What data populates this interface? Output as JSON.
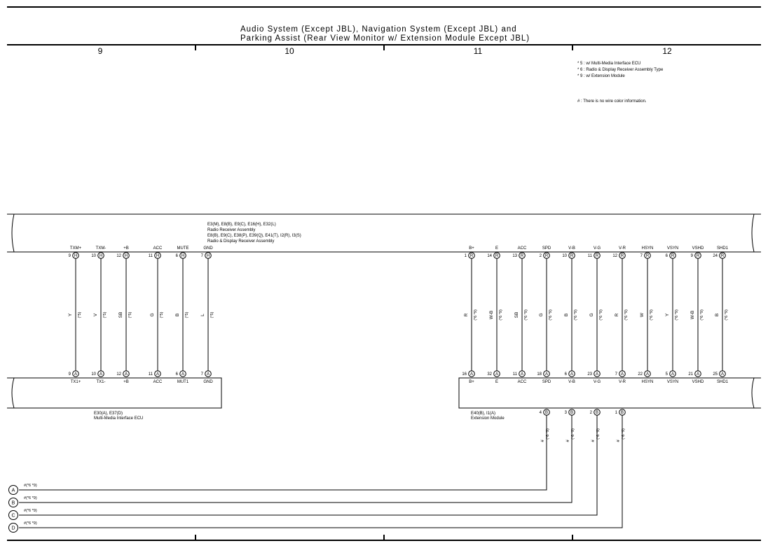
{
  "title": {
    "line1": "Audio System (Except JBL), Navigation System (Except JBL) and",
    "line2": "Parking Assist (Rear View Monitor w/ Extension Module Except JBL)"
  },
  "columns": [
    "9",
    "10",
    "11",
    "12"
  ],
  "notes": [
    "* 5 : w/ Multi-Media Interface ECU",
    "* 6 : Radio & Display Receiver Assembly Type",
    "* 9 : w/ Extension Module"
  ],
  "note_hash": "# : There is no wire color information.",
  "top_component": {
    "lines": [
      "E3(M), E8(B), E9(C), E16(H), E32(L)",
      "Radio Receiver Assembly",
      "E8(B), E9(C), E38(P), E39(Q), E41(T), I2(R), I3(S)",
      "Radio & Display Receiver Assembly"
    ]
  },
  "left_component": {
    "lines": [
      "E30(A), E37(D)",
      "Multi-Media Interface ECU"
    ]
  },
  "right_component": {
    "lines": [
      "E40(B), I1(A)",
      "Extension Module"
    ]
  },
  "left_wires": [
    {
      "top_label": "TXM+",
      "top_pin": "9",
      "top_conn": "H",
      "color": "Y",
      "marks": "(*5)",
      "bot_pin": "9",
      "bot_conn": "A",
      "bot_label": "TX1+"
    },
    {
      "top_label": "TXM-",
      "top_pin": "10",
      "top_conn": "H",
      "color": "V",
      "marks": "(*5)",
      "bot_pin": "10",
      "bot_conn": "A",
      "bot_label": "TX1-"
    },
    {
      "top_label": "+B",
      "top_pin": "12",
      "top_conn": "H",
      "color": "SB",
      "marks": "(*5)",
      "bot_pin": "12",
      "bot_conn": "A",
      "bot_label": "+B"
    },
    {
      "top_label": "ACC",
      "top_pin": "11",
      "top_conn": "H",
      "color": "G",
      "marks": "(*5)",
      "bot_pin": "11",
      "bot_conn": "A",
      "bot_label": "ACC"
    },
    {
      "top_label": "MUTE",
      "top_pin": "6",
      "top_conn": "H",
      "color": "B",
      "marks": "(*5)",
      "bot_pin": "6",
      "bot_conn": "A",
      "bot_label": "MUT1"
    },
    {
      "top_label": "GND",
      "top_pin": "7",
      "top_conn": "H",
      "color": "L",
      "marks": "(*5)",
      "bot_pin": "7",
      "bot_conn": "A",
      "bot_label": "GND"
    }
  ],
  "right_wires": [
    {
      "top_label": "B+",
      "top_pin": "1",
      "top_conn": "R",
      "color": "R",
      "marks": "(*6 *9)",
      "bot_pin": "16",
      "bot_conn": "A",
      "bot_label": "B+"
    },
    {
      "top_label": "E",
      "top_pin": "14",
      "top_conn": "R",
      "color": "W-B",
      "marks": "(*6 *9)",
      "bot_pin": "32",
      "bot_conn": "A",
      "bot_label": "E"
    },
    {
      "top_label": "ACC",
      "top_pin": "13",
      "top_conn": "R",
      "color": "SB",
      "marks": "(*6 *9)",
      "bot_pin": "11",
      "bot_conn": "A",
      "bot_label": "ACC"
    },
    {
      "top_label": "SPD",
      "top_pin": "2",
      "top_conn": "R",
      "color": "G",
      "marks": "(*6 *9)",
      "bot_pin": "18",
      "bot_conn": "A",
      "bot_label": "SPD"
    },
    {
      "top_label": "V-B",
      "top_pin": "10",
      "top_conn": "R",
      "color": "B",
      "marks": "(*6 *9)",
      "bot_pin": "6",
      "bot_conn": "A",
      "bot_label": "V-B"
    },
    {
      "top_label": "V-G",
      "top_pin": "11",
      "top_conn": "R",
      "color": "G",
      "marks": "(*6 *9)",
      "bot_pin": "23",
      "bot_conn": "A",
      "bot_label": "V-G"
    },
    {
      "top_label": "V-R",
      "top_pin": "12",
      "top_conn": "R",
      "color": "R",
      "marks": "(*6 *9)",
      "bot_pin": "7",
      "bot_conn": "A",
      "bot_label": "V-R"
    },
    {
      "top_label": "HSYN",
      "top_pin": "7",
      "top_conn": "R",
      "color": "W",
      "marks": "(*6 *9)",
      "bot_pin": "22",
      "bot_conn": "A",
      "bot_label": "HSYN"
    },
    {
      "top_label": "VSYN",
      "top_pin": "6",
      "top_conn": "R",
      "color": "Y",
      "marks": "(*6 *9)",
      "bot_pin": "5",
      "bot_conn": "A",
      "bot_label": "VSYN"
    },
    {
      "top_label": "VSHD",
      "top_pin": "9",
      "top_conn": "R",
      "color": "W-B",
      "marks": "(*6 *9)",
      "bot_pin": "21",
      "bot_conn": "A",
      "bot_label": "VSHD"
    },
    {
      "top_label": "SHD1",
      "top_pin": "24",
      "top_conn": "R",
      "color": "B",
      "marks": "(*6 *9)",
      "bot_pin": "25",
      "bot_conn": "A",
      "bot_label": "SHD1"
    }
  ],
  "b_pins": [
    {
      "pin": "4",
      "conn": "B",
      "color": "#",
      "marks": "(*6 *9)"
    },
    {
      "pin": "3",
      "conn": "B",
      "color": "#",
      "marks": "(*6 *9)"
    },
    {
      "pin": "2",
      "conn": "B",
      "color": "#",
      "marks": "(*6 *9)"
    },
    {
      "pin": "1",
      "conn": "B",
      "color": "#",
      "marks": "(*6 *9)"
    }
  ],
  "connectors": [
    {
      "letter": "A",
      "label": "#(*6 *9)"
    },
    {
      "letter": "B",
      "label": "#(*6 *9)"
    },
    {
      "letter": "C",
      "label": "#(*6 *9)"
    },
    {
      "letter": "D",
      "label": "#(*6 *9)"
    }
  ]
}
